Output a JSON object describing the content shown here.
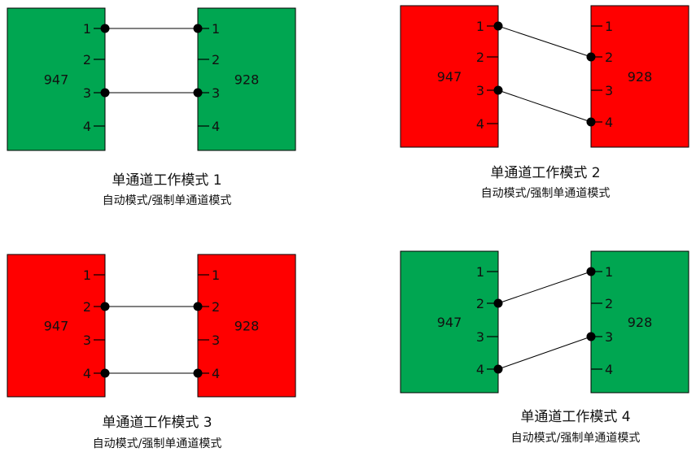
{
  "colors": {
    "green": "#00a651",
    "red": "#ff0000",
    "stroke": "#000000"
  },
  "panels": [
    {
      "left_label": "947",
      "right_label": "928",
      "color": "green",
      "pins": [
        "1",
        "2",
        "3",
        "4"
      ],
      "connections": [
        [
          1,
          1
        ],
        [
          3,
          3
        ]
      ],
      "title": "单通道工作模式 1",
      "subtitle": "自动模式/强制单通道模式"
    },
    {
      "left_label": "947",
      "right_label": "928",
      "color": "red",
      "pins": [
        "1",
        "2",
        "3",
        "4"
      ],
      "connections": [
        [
          1,
          2
        ],
        [
          3,
          4
        ]
      ],
      "title": "单通道工作模式 2",
      "subtitle": "自动模式/强制单通道模式"
    },
    {
      "left_label": "947",
      "right_label": "928",
      "color": "red",
      "pins": [
        "1",
        "2",
        "3",
        "4"
      ],
      "connections": [
        [
          2,
          2
        ],
        [
          4,
          4
        ]
      ],
      "title": "单通道工作模式 3",
      "subtitle": "自动模式/强制单通道模式"
    },
    {
      "left_label": "947",
      "right_label": "928",
      "color": "green",
      "pins": [
        "1",
        "2",
        "3",
        "4"
      ],
      "connections": [
        [
          2,
          1
        ],
        [
          4,
          3
        ]
      ],
      "title": "单通道工作模式 4",
      "subtitle": "自动模式/强制单通道模式"
    }
  ]
}
